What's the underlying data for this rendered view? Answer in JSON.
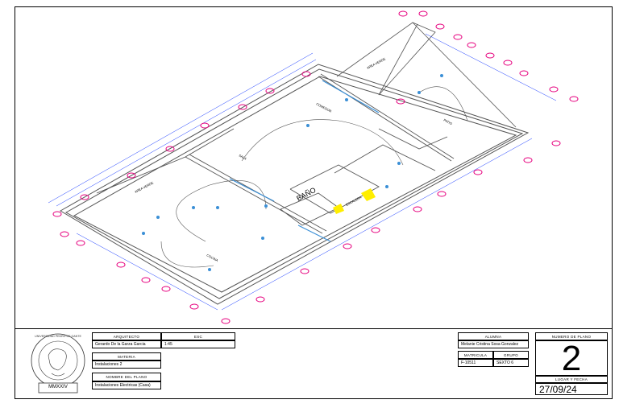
{
  "title_block": {
    "architect_label": "ARQUITECTO",
    "architect_name": "Gerardo De la Garza Garcia",
    "scale_label": "ESC",
    "scale_value": "1:45",
    "subject_label": "MATERIA",
    "subject_value": "Instalaciones 2",
    "plan_name_label": "NOMBRE DEL PLANO",
    "plan_name_value": "Instalaciones Electricas (Casa)",
    "student_label": "ALUMNA",
    "student_name": "Melanie Cristina Sosa Gonzalez",
    "enrollment_label": "MATRICULA",
    "enrollment_value": "F-10511",
    "group_label": "GRUPO",
    "group_value": "SEXTO 6",
    "plan_number_label": "NUMERO DE PLANO",
    "plan_number_value": "2",
    "place_date_label": "LUGAR Y FECHA",
    "place_date_value": "27/09/24"
  },
  "seal": {
    "text": "UNIVERSIDAD PEDRO DE GANTE",
    "year": "MMXXIV"
  },
  "plan_labels": {
    "bathroom": "BAÑO",
    "stairs": "ESCALERA",
    "dining": "COMEDOR",
    "living": "SALA",
    "kitchen": "COCINA",
    "patio": "PATIO",
    "green_area_1": "AREA VERDE",
    "green_area_2": "AREA VERDE"
  },
  "colors": {
    "wall": "#555555",
    "dimension": "#1a3cff",
    "marker": "#e6007e",
    "highlight": "#ffee00",
    "circuit": "#3a8fd6"
  }
}
